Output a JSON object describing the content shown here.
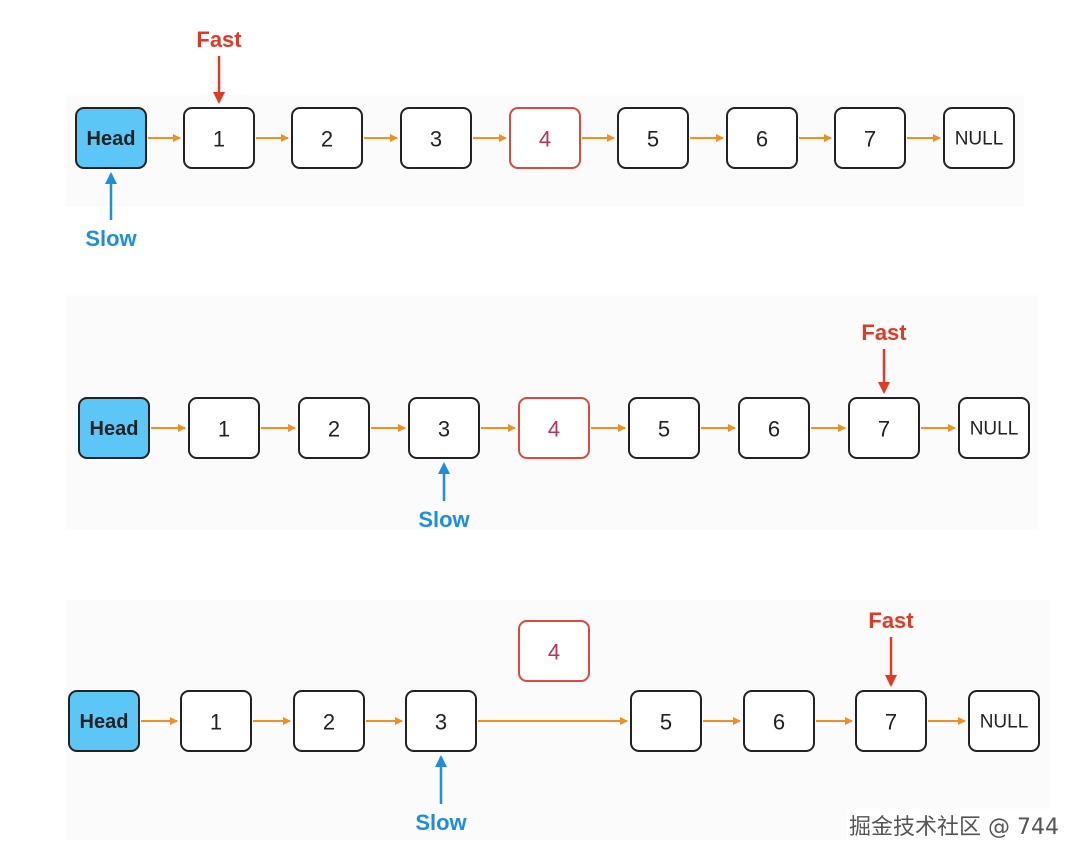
{
  "colors": {
    "head_fill": "#5cc6f7",
    "node_border": "#222222",
    "highlight": "#d94b3f",
    "highlight_text": "#b8325a",
    "arrow": "#f09020",
    "fast": "#e03a25",
    "slow": "#1e8ee0"
  },
  "labels": {
    "fast": "Fast",
    "slow": "Slow"
  },
  "rows": [
    {
      "nodes": [
        "Head",
        "1",
        "2",
        "3",
        "4",
        "5",
        "6",
        "7",
        "NULL"
      ],
      "highlight_index": 4,
      "fast_index": 1,
      "slow_index": 0,
      "detached_index": null
    },
    {
      "nodes": [
        "Head",
        "1",
        "2",
        "3",
        "4",
        "5",
        "6",
        "7",
        "NULL"
      ],
      "highlight_index": 4,
      "fast_index": 7,
      "slow_index": 3,
      "detached_index": null
    },
    {
      "nodes": [
        "Head",
        "1",
        "2",
        "3",
        "4",
        "5",
        "6",
        "7",
        "NULL"
      ],
      "highlight_index": 4,
      "fast_index": 7,
      "slow_index": 3,
      "detached_index": 4
    }
  ],
  "watermark": "掘金技术社区 @ 744"
}
